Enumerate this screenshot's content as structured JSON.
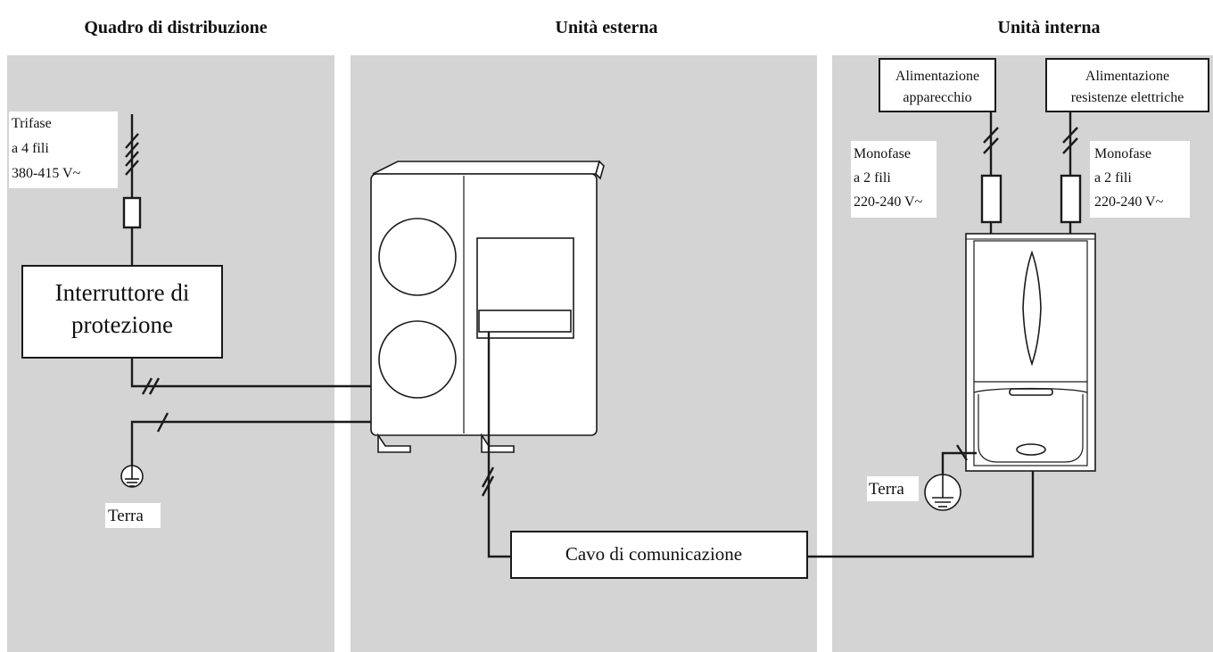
{
  "headers": {
    "left": "Quadro di distribuzione",
    "center": "Unità esterna",
    "right": "Unità interna"
  },
  "left": {
    "supply": [
      "Trifase",
      "a 4 fili",
      "380-415 V~"
    ],
    "breaker": [
      "Interruttore di",
      "protezione"
    ],
    "earth": "Terra"
  },
  "center": {
    "comm_cable": "Cavo di comunicazione"
  },
  "right": {
    "supply_device": [
      "Alimentazione",
      "apparecchio"
    ],
    "supply_heaters": [
      "Alimentazione",
      "resistenze elettriche"
    ],
    "spec_left": [
      "Monofase",
      "a 2 fili",
      "220-240 V~"
    ],
    "spec_right": [
      "Monofase",
      "a 2 fili",
      "220-240 V~"
    ],
    "earth": "Terra"
  },
  "colors": {
    "panel": "#d4d4d4",
    "line": "#1a1a1a",
    "label_bg": "#ffffff"
  }
}
